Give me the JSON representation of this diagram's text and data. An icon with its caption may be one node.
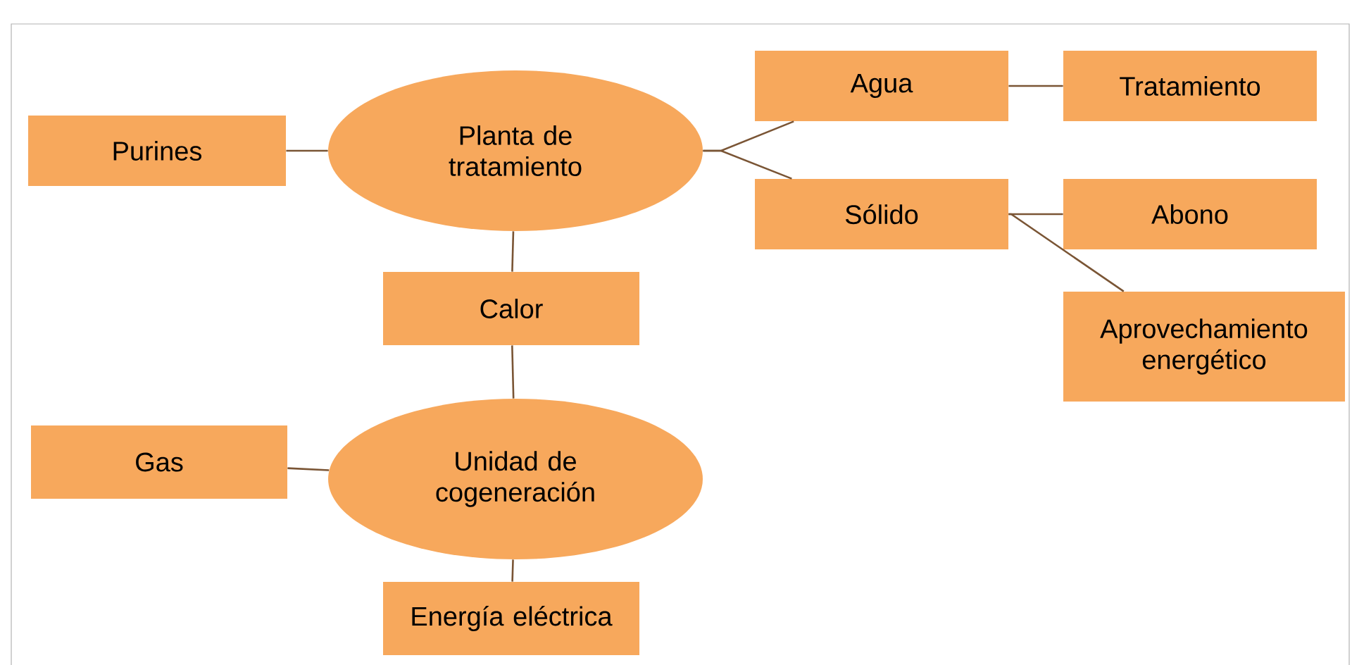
{
  "diagram": {
    "nodes": [
      {
        "text": [
          "Purines"
        ]
      },
      {
        "text": [
          "Planta de tratamiento"
        ]
      },
      {
        "text": [
          "Agua"
        ]
      },
      {
        "text": [
          "Tratamiento"
        ]
      },
      {
        "text": [
          "Sólido"
        ]
      },
      {
        "text": [
          "Abono"
        ]
      },
      {
        "text": [
          "Calor"
        ]
      },
      {
        "text": [
          "Aprovechamiento energético"
        ]
      },
      {
        "text": [
          "Gas"
        ]
      },
      {
        "text": [
          "Unidad de cogeneración"
        ]
      },
      {
        "text": [
          "Energía eléctrica"
        ]
      }
    ],
    "edges": [
      {
        "from": 0,
        "to": 1,
        "arrow": "none"
      },
      {
        "from": 1,
        "to": 2,
        "arrow": "none"
      },
      {
        "from": 1,
        "to": 4,
        "arrow": "none"
      },
      {
        "from": 2,
        "to": 3,
        "arrow": "none"
      },
      {
        "from": 4,
        "to": 5,
        "arrow": "none"
      },
      {
        "from": 4,
        "to": 7,
        "arrow": "none"
      },
      {
        "from": 1,
        "to": 6,
        "arrow": "none"
      },
      {
        "from": 6,
        "to": 9,
        "arrow": "none"
      },
      {
        "from": 8,
        "to": 9,
        "arrow": "none"
      },
      {
        "from": 9,
        "to": 10,
        "arrow": "none"
      }
    ]
  }
}
